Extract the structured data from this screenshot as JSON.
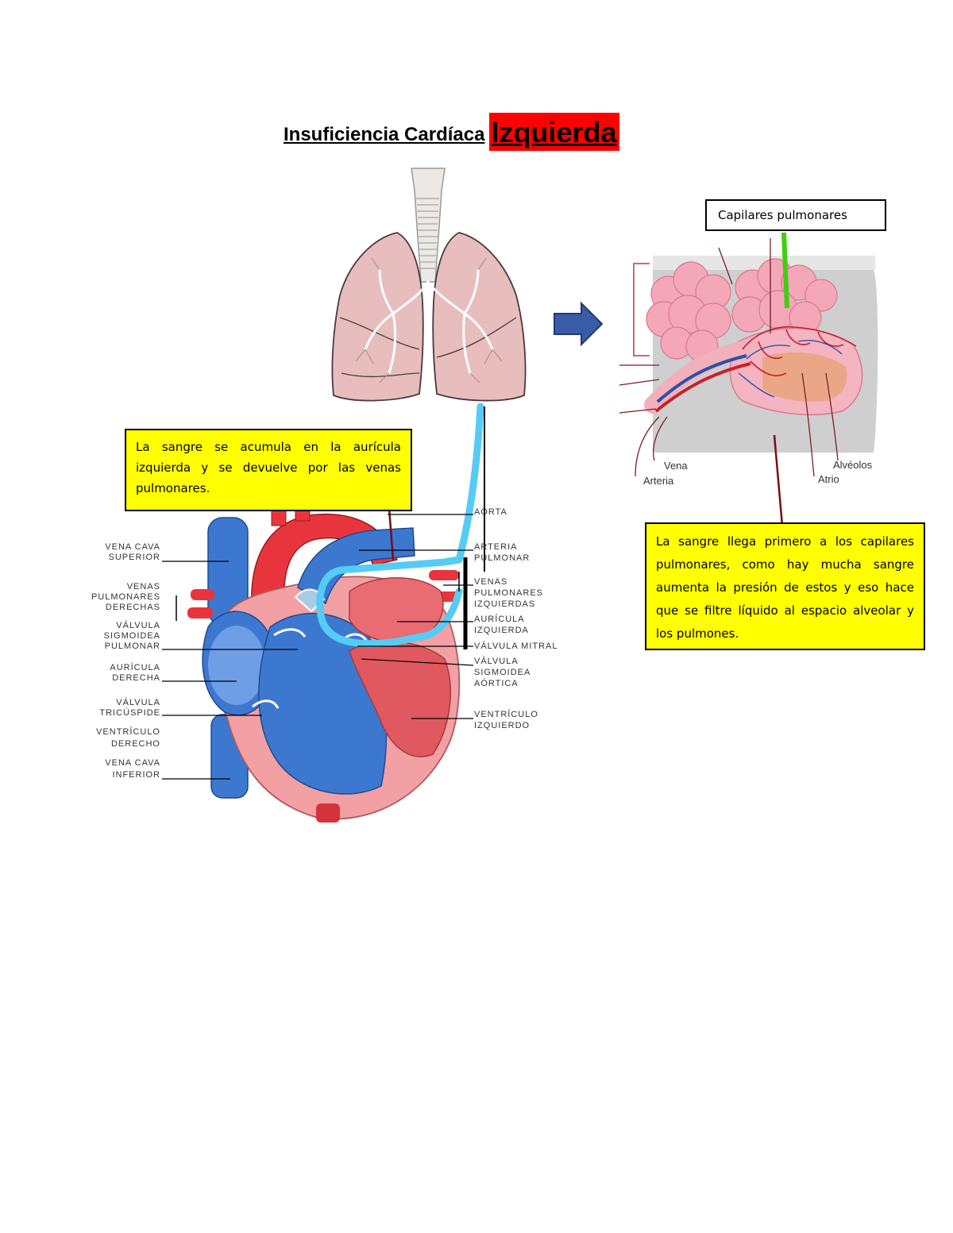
{
  "title": {
    "main": "Insuficiencia Cardíaca",
    "highlight": "Izquierda"
  },
  "notes": {
    "left": "La sangre se acumula en la aurícula izquierda y se devuelve por las venas pulmonares.",
    "right": "La sangre llega primero a los capilares pulmonares, como hay mucha sangre aumenta la presión de estos y eso hace que se filtre líquido al espacio alveolar y los pulmones.",
    "capillaries": "Capilares pulmonares"
  },
  "heart_labels": {
    "vena_cava_superior": [
      "VENA CAVA",
      "SUPERIOR"
    ],
    "venas_pulmonares_derechas": [
      "VENAS",
      "PULMONARES",
      "DERECHAS"
    ],
    "valvula_sigmoidea_pulmonar": [
      "VÁLVULA",
      "SIGMOIDEA",
      "PULMONAR"
    ],
    "auricula_derecha": [
      "AURÍCULA",
      "DERECHA"
    ],
    "valvula_tricuspide": [
      "VÁLVULA",
      "TRICÚSPIDE"
    ],
    "ventriculo_derecho": [
      "VENTRÍCULO",
      "DERECHO"
    ],
    "vena_cava_inferior": [
      "VENA CAVA",
      "INFERIOR"
    ],
    "aorta": [
      "AORTA"
    ],
    "arteria_pulmonar": [
      "ARTERIA",
      "PULMONAR"
    ],
    "venas_pulmonares_izquierdas": [
      "VENAS",
      "PULMONARES",
      "IZQUIERDAS"
    ],
    "auricula_izquierda": [
      "AURÍCULA",
      "IZQUIERDA"
    ],
    "valvula_mitral": [
      "VÁLVULA MITRAL"
    ],
    "valvula_sigmoidea_aortica": [
      "VÁLVULA",
      "SIGMOIDEA",
      "AÓRTICA"
    ],
    "ventriculo_izquierdo": [
      "VENTRÍCULO",
      "IZQUIERDO"
    ]
  },
  "alveoli_labels": {
    "vena": "Vena",
    "arteria": "Arteria",
    "alveolos": "Alvéolos",
    "atrio": "Atrio"
  },
  "colors": {
    "title_highlight": "#ff0000",
    "note_background": "#ffff00",
    "flow_line": "#55ccf5",
    "arrow": "#3a5ca8",
    "capillary_pointer": "#44cc11"
  },
  "icons": [
    "lungs-illustration",
    "heart-illustration",
    "alveoli-illustration",
    "right-arrow-icon"
  ]
}
